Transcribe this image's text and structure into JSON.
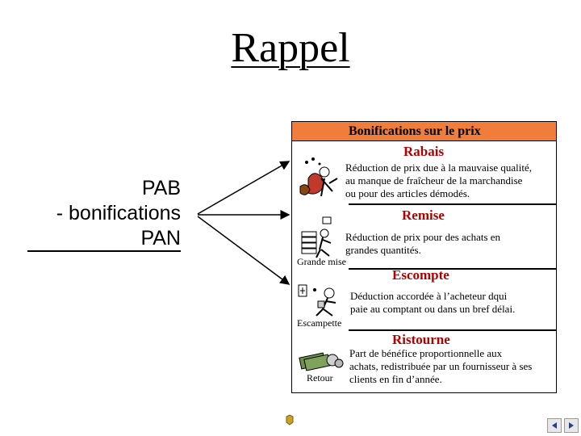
{
  "title": "Rappel",
  "pab": {
    "line1": "PAB",
    "line2": "- bonifications",
    "line3": "PAN"
  },
  "panel": {
    "header": "Bonifications sur le prix",
    "sections": [
      {
        "title": "Rabais",
        "lines": [
          "Réduction de prix due à la mauvaise qualité,",
          "au manque de fraîcheur de la marchandise",
          "ou pour des articles démodés."
        ],
        "caption": ""
      },
      {
        "title": "Remise",
        "lines": [
          "Réduction de prix pour des achats en",
          "grandes quantités."
        ],
        "caption": "Grande mise"
      },
      {
        "title": "Escompte",
        "lines": [
          "Déduction accordée à l’acheteur dqui",
          "paie au comptant ou dans un bref délai."
        ],
        "caption": "Escampette"
      },
      {
        "title": "Ristourne",
        "lines": [
          "Part de bénéfice proportionnelle aux",
          "achats, redistribuée par un fournisseur à ses",
          "clients en fin d’année."
        ],
        "caption": "Retour"
      }
    ]
  },
  "colors": {
    "header_bg": "#f07d3c",
    "section_title": "#b00000"
  },
  "nav": {
    "prev_icon": "prev-arrow-icon",
    "next_icon": "next-arrow-icon"
  }
}
